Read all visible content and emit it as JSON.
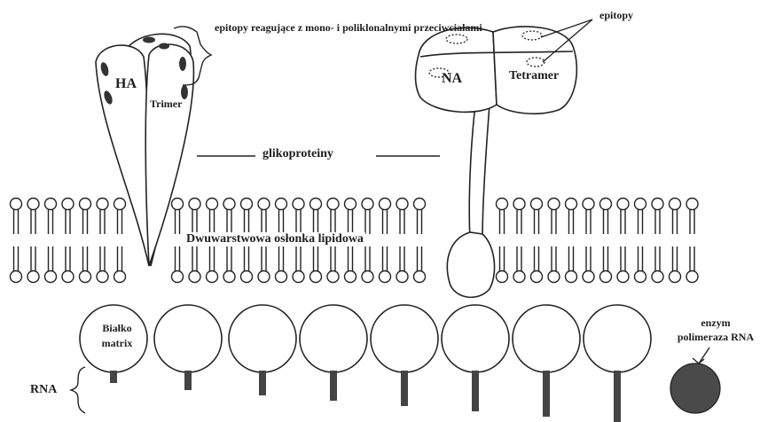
{
  "labels": {
    "epitope_note": "epitopy reagujące z mono- i poliklonalnymi przeciwciałami",
    "ha": "HA",
    "trimer": "Trimer",
    "glycoproteins": "glikoproteiny",
    "na": "NA",
    "tetramer": "Tetramer",
    "epitopes": "epitopy",
    "lipid_bilayer": "Dwuwarstwowa osłonka lipidowa",
    "matrix_protein": "Białko matrix",
    "polymerase": "enzym polimeraza RNA",
    "rna": "RNA"
  },
  "colors": {
    "ink": "#222222",
    "polymerase_fill": "#4a4a4a",
    "background": "#ffffff"
  }
}
